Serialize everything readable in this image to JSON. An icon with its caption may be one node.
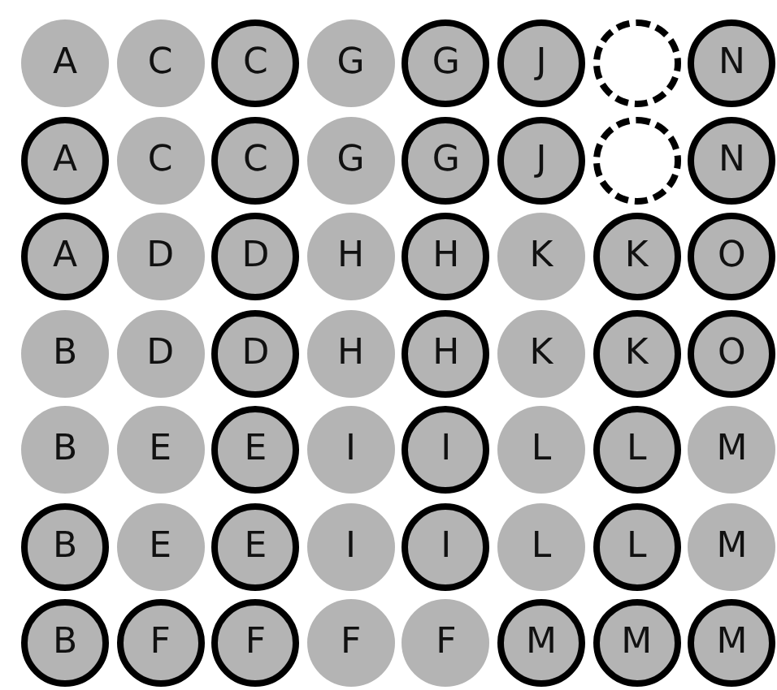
{
  "diagram": {
    "nodes": [
      {
        "text": [
          "A"
        ]
      },
      {
        "text": [
          "C"
        ]
      },
      {
        "text": [
          "C"
        ]
      },
      {
        "text": [
          "G"
        ]
      },
      {
        "text": [
          "G"
        ]
      },
      {
        "text": [
          "J"
        ]
      },
      {
        "text": [],
        "shape": "circle"
      },
      {
        "text": [
          "N"
        ]
      },
      {
        "text": [
          "A"
        ]
      },
      {
        "text": [
          "C"
        ]
      },
      {
        "text": [
          "C"
        ]
      },
      {
        "text": [
          "G"
        ]
      },
      {
        "text": [
          "G"
        ]
      },
      {
        "text": [
          "J"
        ]
      },
      {
        "text": [],
        "shape": "circle"
      },
      {
        "text": [
          "N"
        ]
      },
      {
        "text": [
          "A"
        ]
      },
      {
        "text": [
          "D"
        ]
      },
      {
        "text": [
          "D"
        ]
      },
      {
        "text": [
          "H"
        ]
      },
      {
        "text": [
          "H"
        ]
      },
      {
        "text": [
          "K"
        ]
      },
      {
        "text": [
          "K"
        ]
      },
      {
        "text": [
          "O"
        ]
      },
      {
        "text": [
          "B"
        ]
      },
      {
        "text": [
          "D"
        ]
      },
      {
        "text": [
          "D"
        ]
      },
      {
        "text": [
          "H"
        ]
      },
      {
        "text": [
          "H"
        ]
      },
      {
        "text": [
          "K"
        ]
      },
      {
        "text": [
          "K"
        ]
      },
      {
        "text": [
          "O"
        ]
      },
      {
        "text": [
          "B"
        ]
      },
      {
        "text": [
          "E"
        ]
      },
      {
        "text": [
          "E"
        ]
      },
      {
        "text": [
          "I"
        ]
      },
      {
        "text": [
          "I"
        ]
      },
      {
        "text": [
          "L"
        ]
      },
      {
        "text": [
          "L"
        ]
      },
      {
        "text": [
          "M"
        ]
      },
      {
        "text": [
          "B"
        ]
      },
      {
        "text": [
          "E"
        ]
      },
      {
        "text": [
          "E"
        ]
      },
      {
        "text": [
          "I"
        ]
      },
      {
        "text": [
          "I"
        ]
      },
      {
        "text": [
          "L"
        ]
      },
      {
        "text": [
          "L"
        ]
      },
      {
        "text": [
          "M"
        ]
      },
      {
        "text": [
          "B"
        ]
      },
      {
        "text": [
          "F"
        ]
      },
      {
        "text": [
          "F"
        ]
      },
      {
        "text": [
          "F"
        ]
      },
      {
        "text": [
          "F"
        ]
      },
      {
        "text": [
          "M"
        ]
      },
      {
        "text": [
          "M"
        ]
      },
      {
        "text": [
          "M"
        ]
      }
    ]
  }
}
